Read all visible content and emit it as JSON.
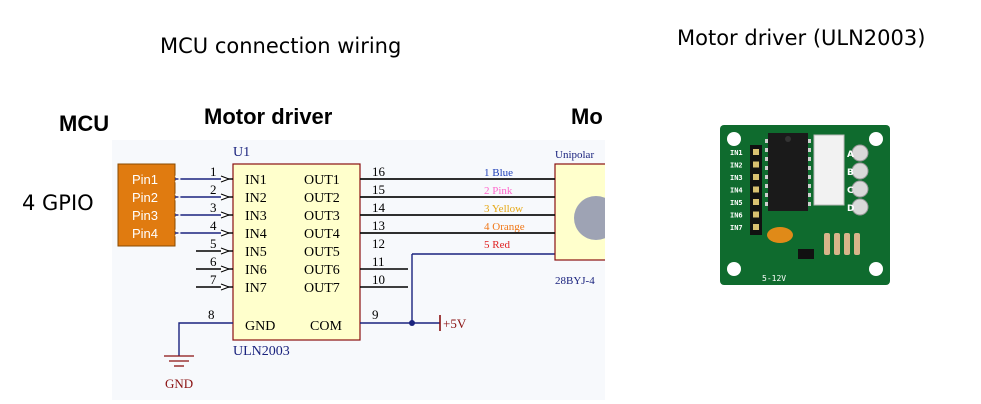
{
  "titles": {
    "left": "MCU connection wiring",
    "right": "Motor driver (ULN2003)"
  },
  "headers": {
    "mcu": "MCU",
    "driver": "Motor driver",
    "motor_partial": "Mo"
  },
  "gpio_label": "4 GPIO",
  "mcu_pins": [
    "Pin1",
    "Pin2",
    "Pin3",
    "Pin4"
  ],
  "ic": {
    "ref": "U1",
    "part": "ULN2003",
    "inputs": [
      {
        "num": "1",
        "name": "IN1"
      },
      {
        "num": "2",
        "name": "IN2"
      },
      {
        "num": "3",
        "name": "IN3"
      },
      {
        "num": "4",
        "name": "IN4"
      },
      {
        "num": "5",
        "name": "IN5"
      },
      {
        "num": "6",
        "name": "IN6"
      },
      {
        "num": "7",
        "name": "IN7"
      }
    ],
    "outputs": [
      {
        "num": "16",
        "name": "OUT1"
      },
      {
        "num": "15",
        "name": "OUT2"
      },
      {
        "num": "14",
        "name": "OUT3"
      },
      {
        "num": "13",
        "name": "OUT4"
      },
      {
        "num": "12",
        "name": "OUT5"
      },
      {
        "num": "11",
        "name": "OUT6"
      },
      {
        "num": "10",
        "name": "OUT7"
      }
    ],
    "gnd_pin": {
      "num": "8",
      "name": "GND"
    },
    "com_pin": {
      "num": "9",
      "name": "COM"
    }
  },
  "wires": [
    {
      "label": "1 Blue",
      "color": "#1e3fb8"
    },
    {
      "label": "2 Pink",
      "color": "#ff66cc"
    },
    {
      "label": "3 Yellow",
      "color": "#e6a817"
    },
    {
      "label": "4 Orange",
      "color": "#f07818"
    },
    {
      "label": "5 Red",
      "color": "#e02020"
    }
  ],
  "motor": {
    "type_partial": "Unipolar",
    "model_partial": "28BYJ-4"
  },
  "power": {
    "vcc": "+5V",
    "gnd": "GND"
  },
  "colors": {
    "pin_fill": "#e07b10",
    "wire_blue": "#1a237e",
    "ic_fill": "#ffffcc",
    "motor_fill": "#ffffcc",
    "schematic_bg": "#f7f9fc",
    "pcb_green": "#0f6b2e"
  },
  "board": {
    "pin_labels": [
      "IN1",
      "IN2",
      "IN3",
      "IN4",
      "IN5",
      "IN6",
      "IN7"
    ],
    "led_labels": [
      "A",
      "B",
      "C",
      "D"
    ],
    "voltage_label": "5-12V"
  }
}
